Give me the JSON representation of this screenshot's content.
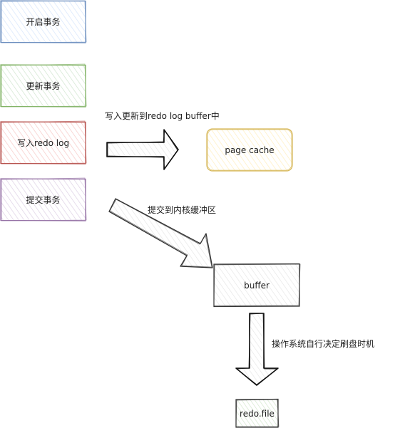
{
  "steps": {
    "start_tx": "开启事务",
    "update_tx": "更新事务",
    "write_redo_log": "写入redo log",
    "commit_tx": "提交事务"
  },
  "nodes": {
    "page_cache": "page cache",
    "buffer": "buffer",
    "redo_file": "redo.file"
  },
  "edges": {
    "write_to_buffer": "写入更新到redo log buffer中",
    "commit_to_kernel": "提交到内核缓冲区",
    "os_flush": "操作系统自行决定刷盘时机"
  },
  "colors": {
    "blue_stroke": "#6c8ebf",
    "blue_fill": "#dae8fc",
    "green_stroke": "#82b366",
    "green_fill": "#d5e8d4",
    "red_stroke": "#b85450",
    "red_fill": "#f8cecc",
    "purple_stroke": "#9673a6",
    "purple_fill": "#e1d5e7",
    "yellow_stroke": "#d6b656",
    "yellow_fill": "#fff2cc"
  }
}
